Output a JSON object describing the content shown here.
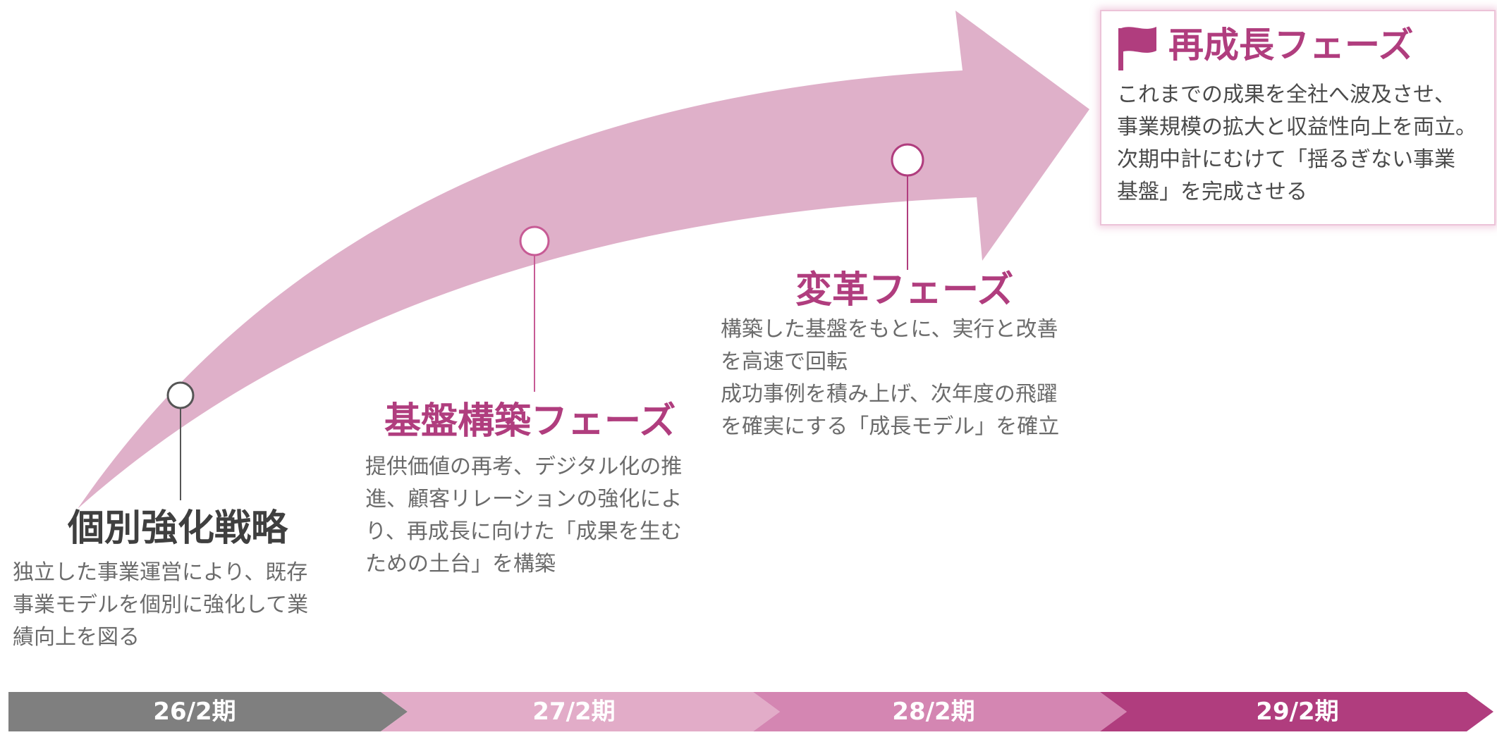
{
  "colors": {
    "arrow": "#dfb0c9",
    "accent": "#b03d7e",
    "phase1_title": "#3f3f3f",
    "period_1": "#7f7f7f",
    "period_2": "#e2acc8",
    "period_3": "#d486b2",
    "period_4": "#b03d7e"
  },
  "phases": [
    {
      "title": "個別強化戦略",
      "description": "独立した事業運営により、既存\n事業モデルを個別に強化して業\n績向上を図る"
    },
    {
      "title": "基盤構築フェーズ",
      "description": "提供価値の再考、デジタル化の推\n進、顧客リレーションの強化によ\nり、再成長に向けた「成果を生む\nための土台」を構築"
    },
    {
      "title": "変革フェーズ",
      "description": "構築した基盤をもとに、実行と改善\nを高速で回転\n成功事例を積み上げ、次年度の飛躍\nを確実にする「成長モデル」を確立"
    },
    {
      "title": "再成長フェーズ",
      "description": "これまでの成果を全社へ波及させ、\n事業規模の拡大と収益性向上を両立。\n次期中計にむけて「揺るぎない事業\n基盤」を完成させる",
      "icon": "flag-icon"
    }
  ],
  "periods": [
    "26/2期",
    "27/2期",
    "28/2期",
    "29/2期"
  ]
}
